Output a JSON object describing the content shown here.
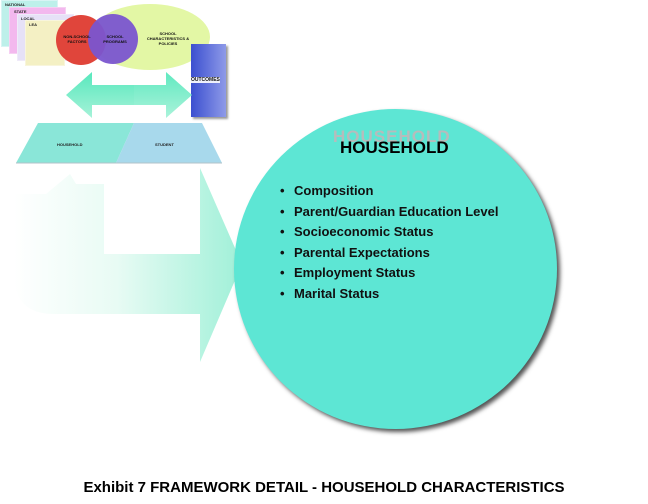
{
  "stack": {
    "national": "NATIONAL",
    "state": "STATE",
    "local": "LOCAL",
    "lea": "LEA"
  },
  "venn": {
    "non_school_factors": "NON-SCHOOL FACTORS",
    "school_programs": "SCHOOL PROGRAMS",
    "school_characteristics": "SCHOOL CHARACTERISTICS & POLICIES"
  },
  "outcomes": "OUTCOMES",
  "band": {
    "household": "HOUSEHOLD",
    "student": "STUDENT"
  },
  "detail": {
    "title": "HOUSEHOLD",
    "title_shadow": "HOUSEHOLD",
    "items": [
      "Composition",
      "Parent/Guardian Education Level",
      "Socioeconomic Status",
      "Parental Expectations",
      "Employment Status",
      "Marital Status"
    ]
  },
  "caption": "Exhibit 7  FRAMEWORK DETAIL - HOUSEHOLD CHARACTERISTICS",
  "colors": {
    "teal": "#5de6d4",
    "red": "#e0453b",
    "purple": "#7a55cf",
    "green_yellow": "#e3f7a5",
    "blue": "#5061d8",
    "light_blue": "#a8d9ec"
  }
}
